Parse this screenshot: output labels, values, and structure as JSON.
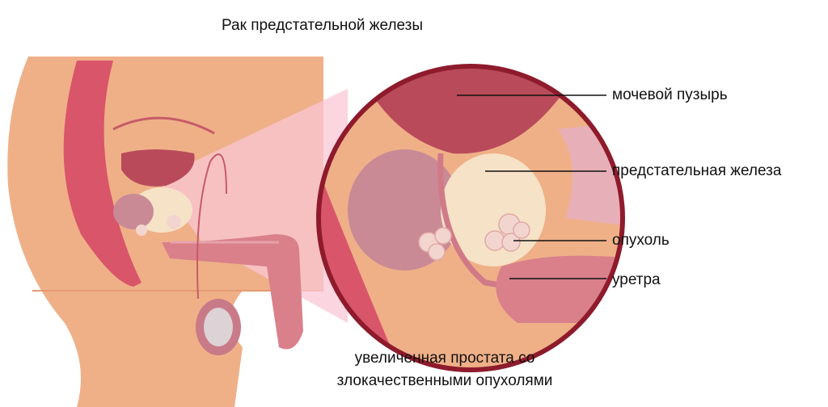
{
  "title": "Рак предстательной железы",
  "labels": {
    "bladder": "мочевой пузырь",
    "prostate": "предстательная железа",
    "tumor": "опухоль",
    "urethra": "уретра"
  },
  "caption": {
    "line1": "увеличенная простата со",
    "line2": "злокачественными опухолями"
  },
  "colors": {
    "skin": "#efb088",
    "muscle": "#d9556a",
    "bladder": "#b84a5a",
    "prostate": "#f6e2c6",
    "circle_border": "#8e1b2c",
    "highlight": "#f9c7d6"
  }
}
